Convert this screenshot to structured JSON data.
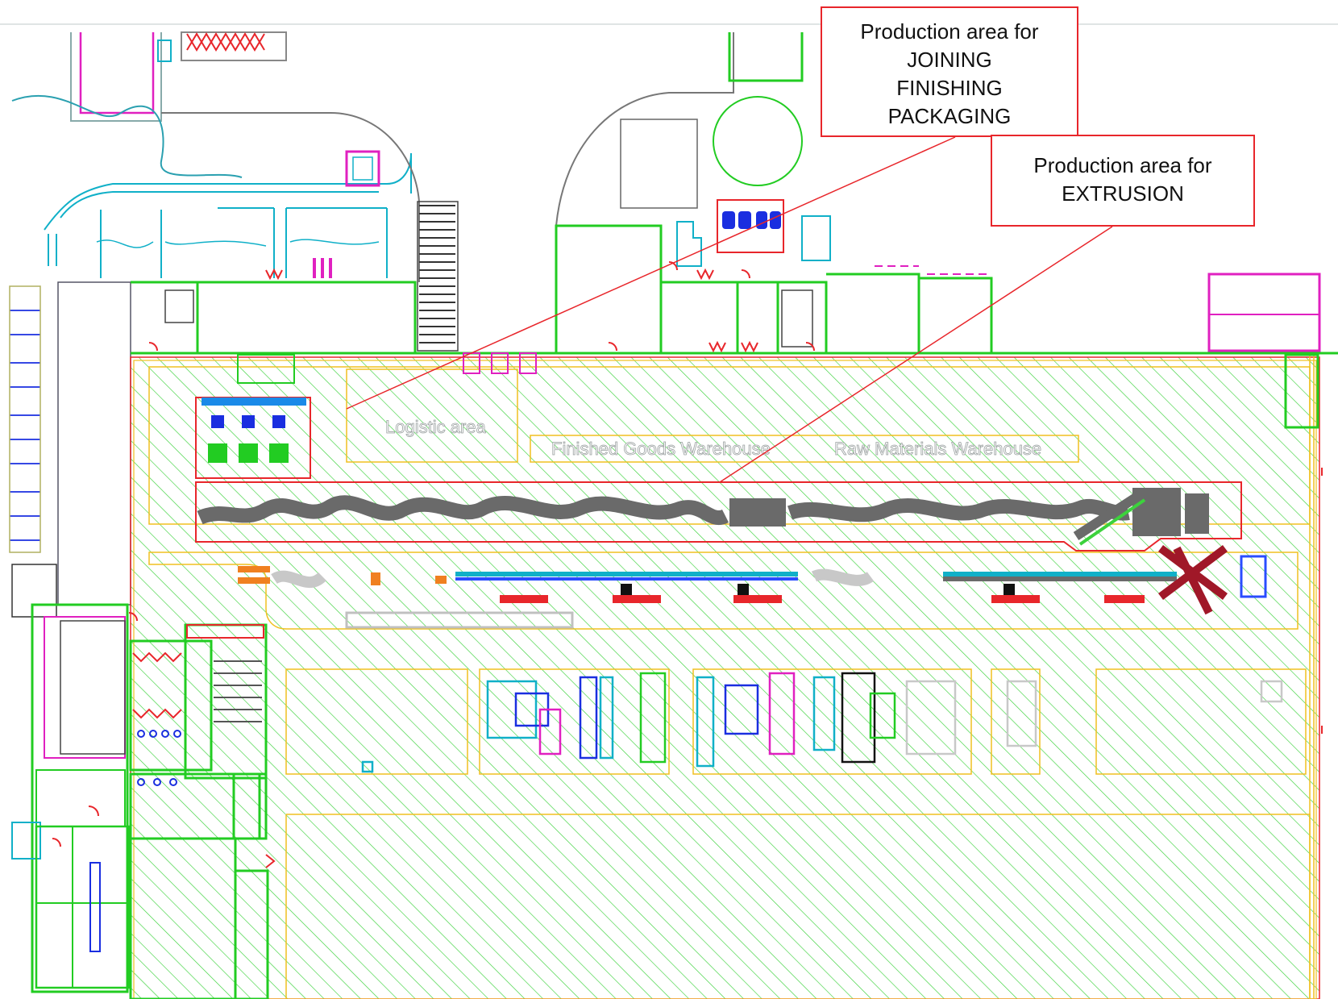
{
  "callouts": {
    "joining": {
      "line1": "Production area for",
      "line2": "JOINING",
      "line3": "FINISHING",
      "line4": "PACKAGING"
    },
    "extrusion": {
      "line1": "Production area for",
      "line2": "EXTRUSION"
    }
  },
  "areas": {
    "logistic": "Logistic area",
    "finished_goods": "Finished Goods Warehouse",
    "raw_materials": "Raw Materials Warehouse"
  },
  "colors": {
    "hatch": "#3cd23c",
    "zone_outline": "#f0c020",
    "callout_border": "#e8262b",
    "wall": "#22cc22",
    "magenta": "#e020c0",
    "cyan": "#10b0c8",
    "machinery": "#6a6a6a"
  }
}
